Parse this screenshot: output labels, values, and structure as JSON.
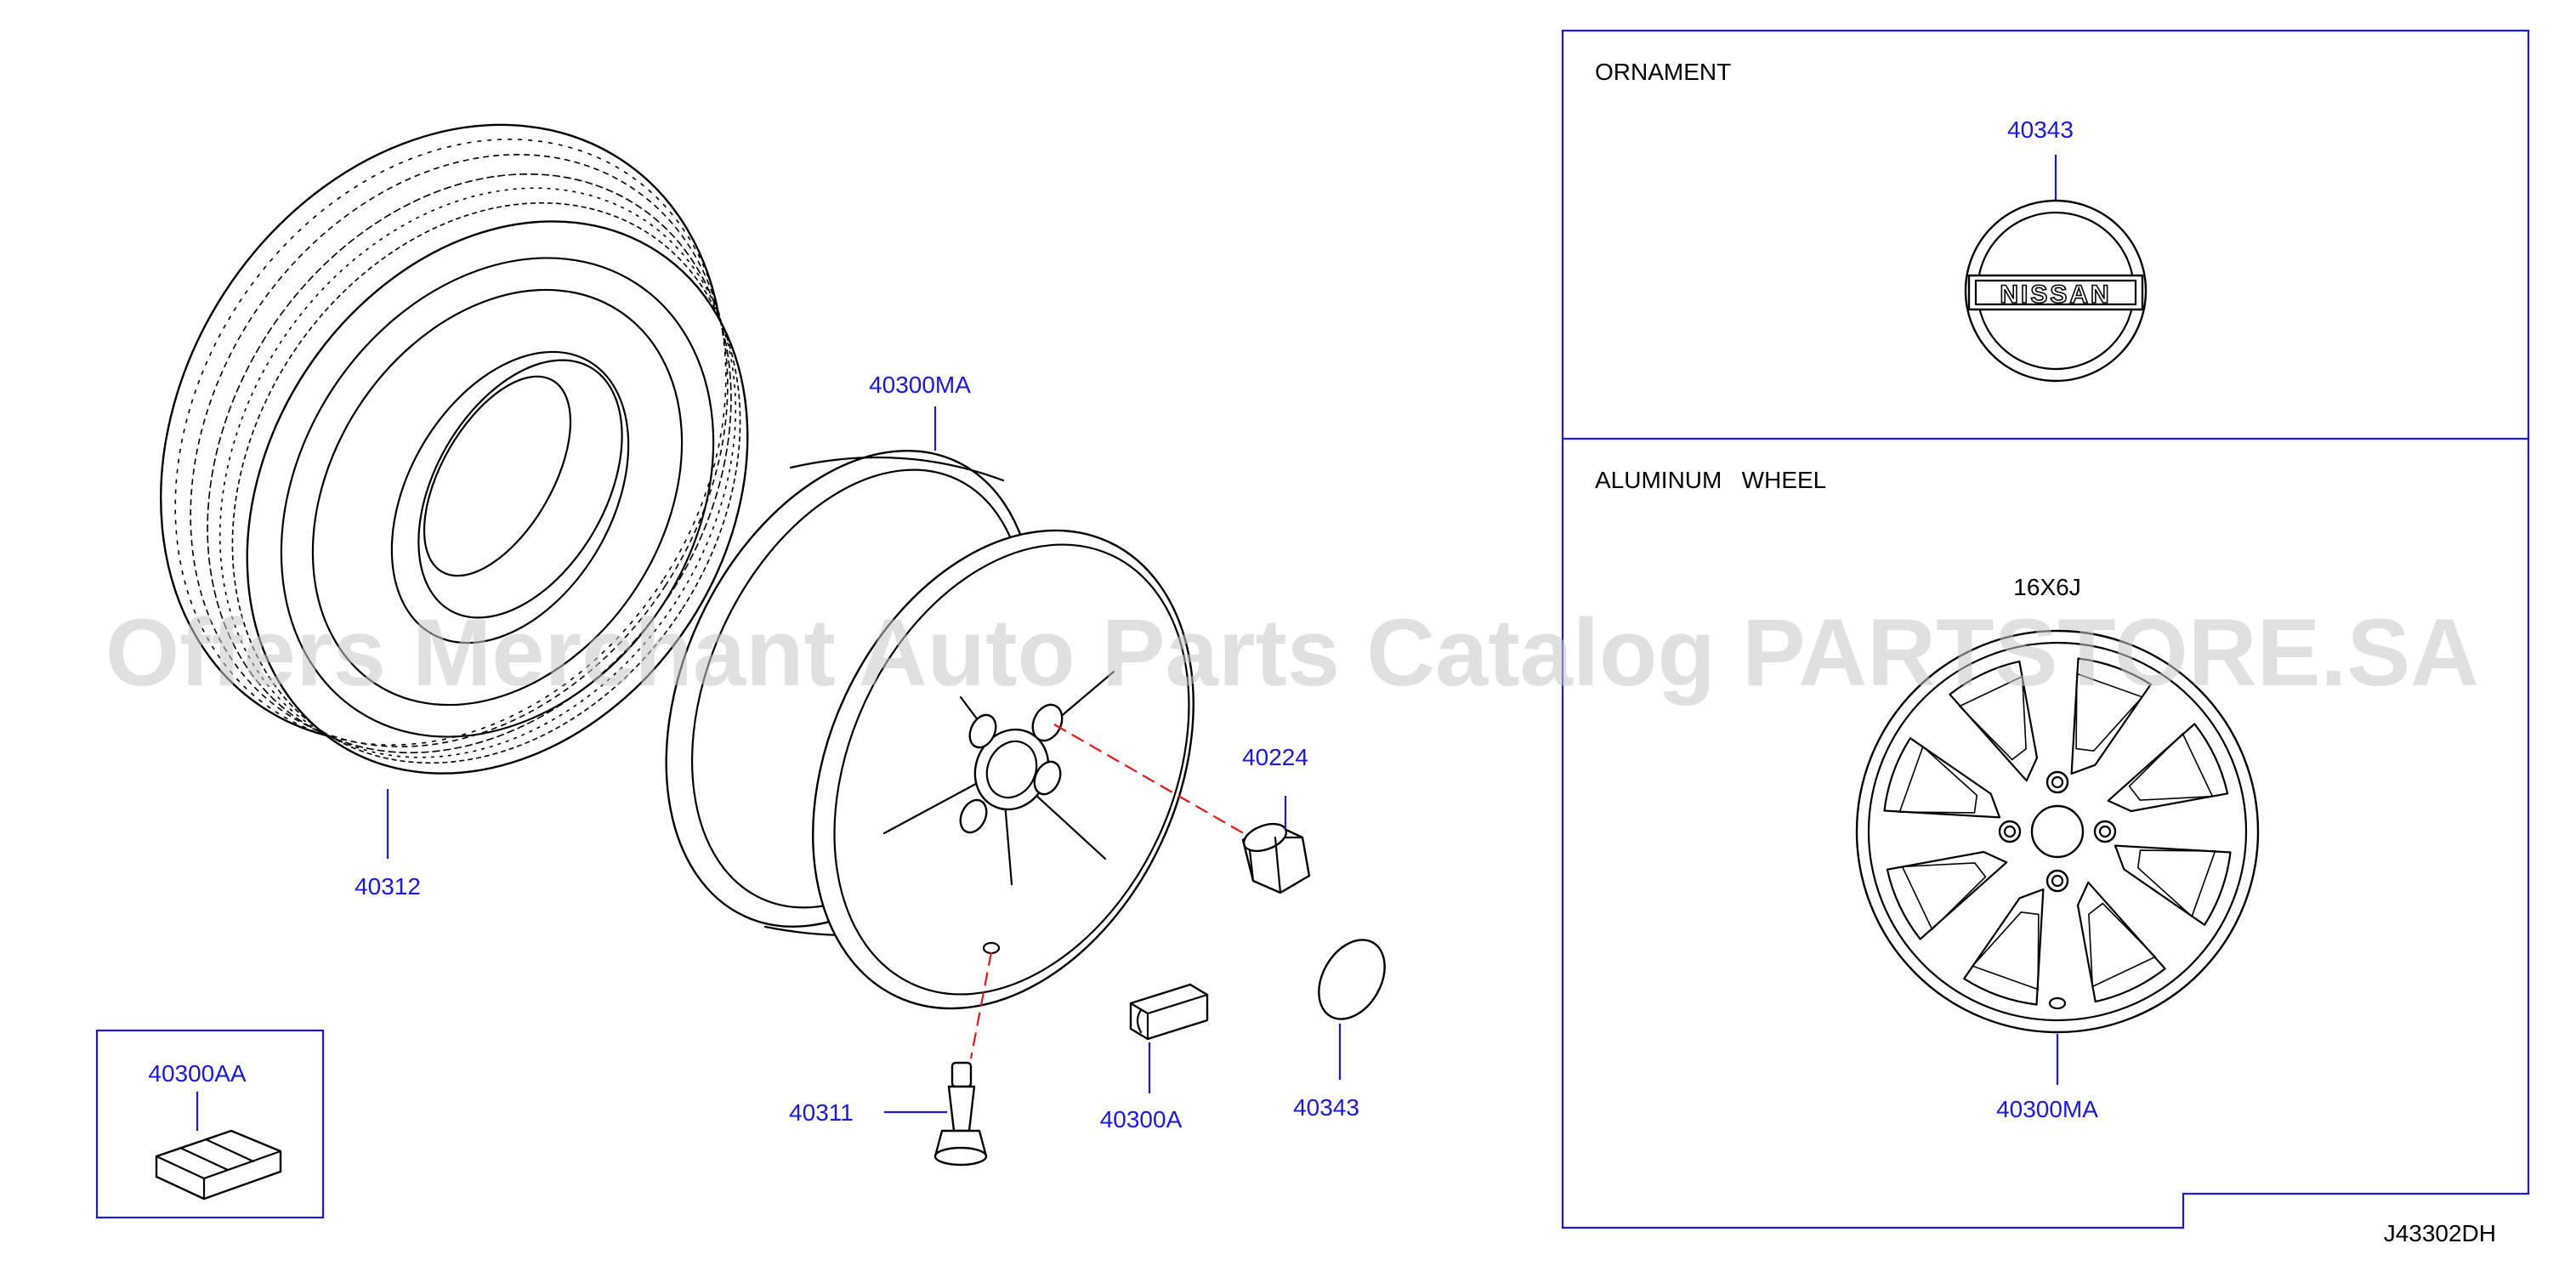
{
  "callouts": {
    "tire": "40312",
    "wheel_main": "40300MA",
    "wheel_nut": "40224",
    "valve": "40311",
    "balance_weight_clip": "40300A",
    "center_cap": "40343",
    "balance_weight_kit": "40300AA"
  },
  "ornament_panel": {
    "title": "ORNAMENT",
    "part_number": "40343",
    "emblem_text": "NISSAN"
  },
  "wheel_panel": {
    "title": "ALUMINUM   WHEEL",
    "size": "16X6J",
    "part_number": "40300MA"
  },
  "diagram_code": "J43302DH",
  "watermark": "Offers Merchant Auto Parts Catalog PARTSTORE.SA",
  "colors": {
    "callout": "#1a1ad6",
    "lines": "#000000",
    "dash": "#e01818",
    "watermark": "#c8c8c8"
  }
}
